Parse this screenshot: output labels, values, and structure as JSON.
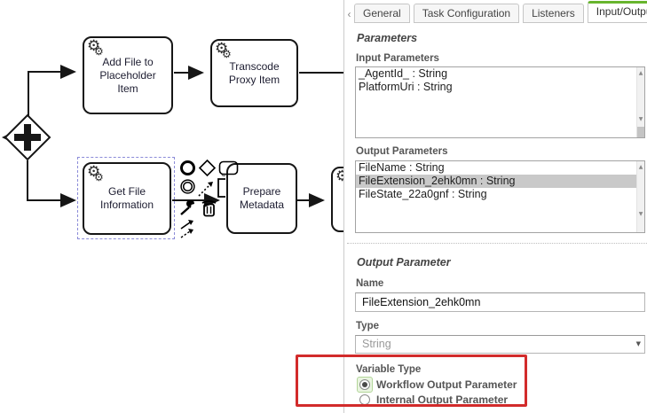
{
  "panel": {
    "tab_prev_icon": "‹",
    "tabs": [
      {
        "label": "General",
        "active": false
      },
      {
        "label": "Task Configuration",
        "active": false
      },
      {
        "label": "Listeners",
        "active": false
      },
      {
        "label": "Input/Output",
        "active": true
      }
    ],
    "parameters_heading": "Parameters",
    "input_parameters_label": "Input Parameters",
    "input_parameters": [
      {
        "text": "_AgentId_ : String"
      },
      {
        "text": "PlatformUri : String"
      }
    ],
    "output_parameters_label": "Output Parameters",
    "output_parameters": [
      {
        "text": "FileName : String",
        "selected": false
      },
      {
        "text": "FileExtension_2ehk0mn : String",
        "selected": true
      },
      {
        "text": "FileState_22a0gnf : String",
        "selected": false
      }
    ],
    "output_parameter_heading": "Output Parameter",
    "name_label": "Name",
    "name_value": "FileExtension_2ehk0mn",
    "type_label": "Type",
    "type_value": "String",
    "variable_type": {
      "label": "Variable Type",
      "options": [
        {
          "label": "Workflow Output Parameter",
          "selected": true
        },
        {
          "label": "Internal Output Parameter",
          "selected": false
        }
      ]
    }
  },
  "diagram": {
    "gateway_type": "parallel",
    "tasks": [
      {
        "label": "Add File to Placeholder Item"
      },
      {
        "label": "Transcode Proxy Item"
      },
      {
        "label": "Get File Information"
      },
      {
        "label": "Prepare Metadata"
      }
    ],
    "selected_task": "Get File Information"
  },
  "icons": {
    "gear": "⚙",
    "scroll_up": "▲",
    "scroll_down": "▼",
    "dropdown_arrow": "▼"
  },
  "colors": {
    "tab_active_green": "#68b52e",
    "annotation_red": "#d22b2b",
    "selected_row_gray": "#c9c9c9",
    "selection_dash_blue": "#8b8bd8"
  }
}
